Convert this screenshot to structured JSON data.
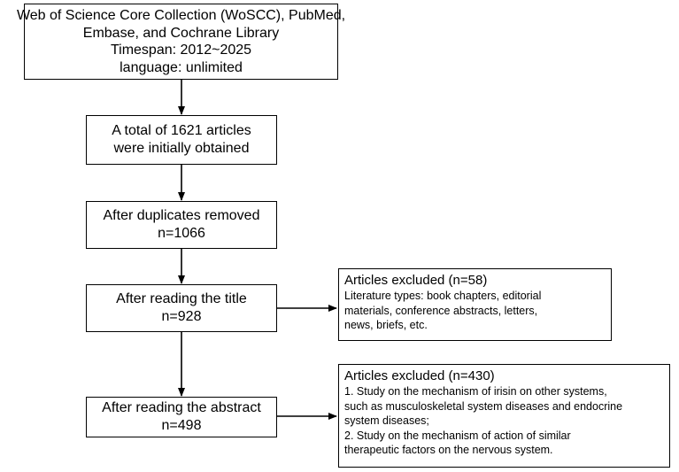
{
  "diagram": {
    "source_box": {
      "lines": [
        "Web of Science Core Collection (WoSCC), PubMed,",
        "Embase, and Cochrane Library",
        "Timespan: 2012~2025",
        "language: unlimited"
      ]
    },
    "step_initial": {
      "lines": [
        "A total of 1621 articles",
        "were initially obtained"
      ]
    },
    "step_duplicates": {
      "lines": [
        "After duplicates removed",
        "n=1066"
      ]
    },
    "step_title": {
      "lines": [
        "After reading the title",
        "n=928"
      ]
    },
    "step_abstract": {
      "lines": [
        "After reading the abstract",
        "n=498"
      ]
    },
    "exclusion_title": {
      "heading": "Articles excluded (n=58)",
      "lines": [
        "Literature types: book chapters, editorial",
        "materials, conference abstracts, letters,",
        "news, briefs, etc."
      ]
    },
    "exclusion_abstract": {
      "heading": "Articles excluded (n=430)",
      "lines": [
        "1. Study on the mechanism of irisin on other systems,",
        "such as musculoskeletal system diseases and endocrine",
        "system diseases;",
        "2. Study on the mechanism of action of similar",
        "therapeutic factors on the nervous system."
      ]
    }
  }
}
